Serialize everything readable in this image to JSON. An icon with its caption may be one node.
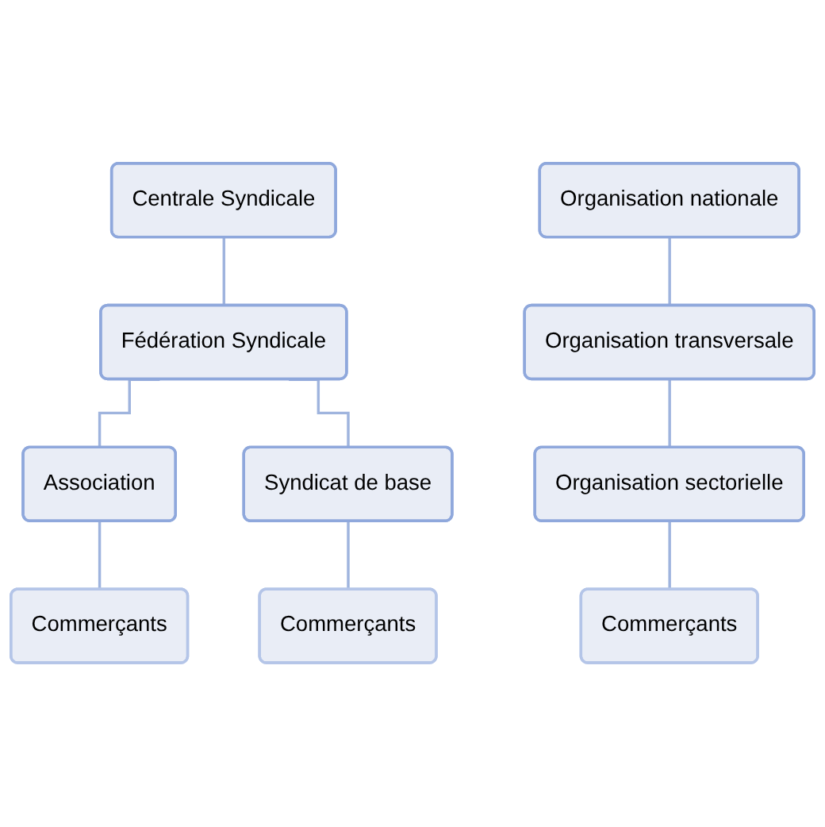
{
  "diagram": {
    "nodes": [
      {
        "text": [
          "Centrale Syndicale"
        ]
      },
      {
        "text": [
          "Fédération Syndicale"
        ]
      },
      {
        "text": [
          "Association"
        ]
      },
      {
        "text": [
          "Syndicat de base"
        ]
      },
      {
        "text": [
          "Commerçants"
        ]
      },
      {
        "text": [
          "Commerçants"
        ]
      },
      {
        "text": [
          "Organisation nationale"
        ]
      },
      {
        "text": [
          "Organisation transversale"
        ]
      },
      {
        "text": [
          "Organisation sectorielle"
        ]
      },
      {
        "text": [
          "Commerçants"
        ]
      }
    ],
    "edges": [
      {
        "from": 0,
        "to": 1,
        "arrow": "none"
      },
      {
        "from": 1,
        "to": 2,
        "arrow": "none"
      },
      {
        "from": 1,
        "to": 3,
        "arrow": "none"
      },
      {
        "from": 2,
        "to": 4,
        "arrow": "none"
      },
      {
        "from": 3,
        "to": 5,
        "arrow": "none"
      },
      {
        "from": 6,
        "to": 7,
        "arrow": "none"
      },
      {
        "from": 7,
        "to": 8,
        "arrow": "none"
      },
      {
        "from": 8,
        "to": 9,
        "arrow": "none"
      }
    ]
  }
}
